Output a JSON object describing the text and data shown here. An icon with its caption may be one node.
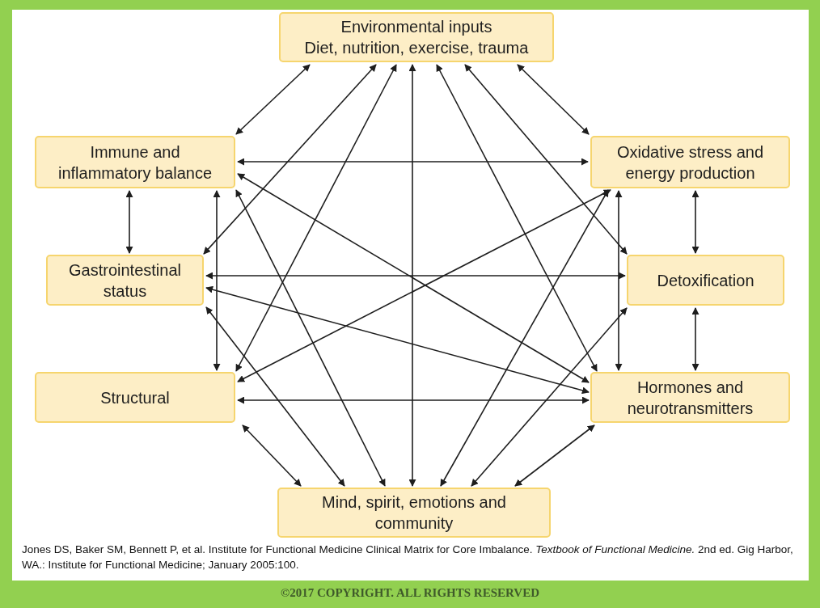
{
  "diagram": {
    "caption": "Jones DS, Baker SM, Bennett P, et al. Institute for Functional Medicine Clinical Matrix for Core Imbalance. *Textbook of Functional Medicine.* 2nd ed. Gig Harbor, WA.: Institute for Functional Medicine; January 2005:100.",
    "nodes": [
      {
        "text": [
          "Environmental inputs",
          "Diet, nutrition, exercise, trauma"
        ]
      },
      {
        "text": [
          "Immune and inflammatory balance"
        ]
      },
      {
        "text": [
          "Oxidative stress and energy production"
        ]
      },
      {
        "text": [
          "Gastrointestinal status"
        ]
      },
      {
        "text": [
          "Detoxification"
        ]
      },
      {
        "text": [
          "Structural"
        ]
      },
      {
        "text": [
          "Hormones and neurotransmitters"
        ]
      },
      {
        "text": [
          "Mind, spirit, emotions and community"
        ]
      }
    ],
    "edges": [
      {
        "from": 0,
        "to": 1,
        "arrow": "both"
      },
      {
        "from": 0,
        "to": 2,
        "arrow": "both"
      },
      {
        "from": 0,
        "to": 3,
        "arrow": "both"
      },
      {
        "from": 0,
        "to": 4,
        "arrow": "both"
      },
      {
        "from": 0,
        "to": 5,
        "arrow": "both"
      },
      {
        "from": 0,
        "to": 6,
        "arrow": "both"
      },
      {
        "from": 0,
        "to": 7,
        "arrow": "both"
      },
      {
        "from": 1,
        "to": 2,
        "arrow": "both"
      },
      {
        "from": 1,
        "to": 3,
        "arrow": "both"
      },
      {
        "from": 1,
        "to": 5,
        "arrow": "both"
      },
      {
        "from": 1,
        "to": 6,
        "arrow": "both"
      },
      {
        "from": 1,
        "to": 7,
        "arrow": "both"
      },
      {
        "from": 2,
        "to": 4,
        "arrow": "both"
      },
      {
        "from": 2,
        "to": 5,
        "arrow": "both"
      },
      {
        "from": 2,
        "to": 6,
        "arrow": "both"
      },
      {
        "from": 2,
        "to": 7,
        "arrow": "both"
      },
      {
        "from": 3,
        "to": 4,
        "arrow": "both"
      },
      {
        "from": 3,
        "to": 6,
        "arrow": "both"
      },
      {
        "from": 3,
        "to": 7,
        "arrow": "both"
      },
      {
        "from": 4,
        "to": 6,
        "arrow": "both"
      },
      {
        "from": 4,
        "to": 7,
        "arrow": "both"
      },
      {
        "from": 5,
        "to": 6,
        "arrow": "both"
      },
      {
        "from": 5,
        "to": 7,
        "arrow": "both"
      },
      {
        "from": 6,
        "to": 7,
        "arrow": "both"
      }
    ],
    "labels": [
      "©2017 COPYRIGHT. ALL RIGHTS RESERVED"
    ]
  }
}
